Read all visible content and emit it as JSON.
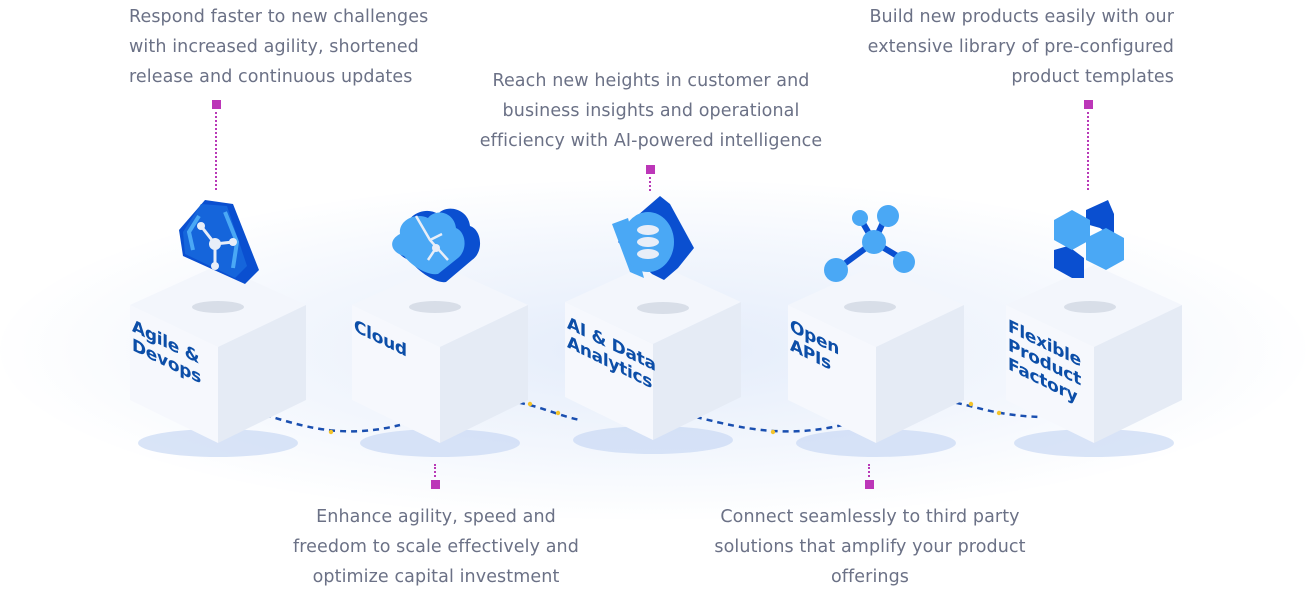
{
  "colors": {
    "text": "#6b7186",
    "label": "#0c4ea8",
    "marker": "#bc36b8",
    "path_dash": "#1a4fb0",
    "path_accent": "#f4c42b",
    "icon_dark": "#0a4fd0",
    "icon_light": "#4aa8f5"
  },
  "pillars": [
    {
      "id": "agile-devops",
      "label": "Agile &\nDevops",
      "icon": "agile-devops-icon",
      "description": "Respond faster to new challenges with increased agility, shortened release and continuous updates",
      "lines": [
        "Respond faster to new challenges",
        "with increased agility, shortened",
        "release and continuous updates"
      ],
      "position": "top"
    },
    {
      "id": "cloud",
      "label": "Cloud",
      "icon": "cloud-icon",
      "description": "Enhance agility, speed and freedom to scale effectively and optimize capital investment",
      "lines": [
        "Enhance agility, speed and",
        "freedom to scale effectively and",
        "optimize capital investment"
      ],
      "position": "bottom"
    },
    {
      "id": "ai-data-analytics",
      "label": "AI & Data\nAnalytics",
      "icon": "database-icon",
      "description": "Reach new heights in customer and business insights and operational efficiency with AI-powered intelligence",
      "lines": [
        "Reach new heights in customer and",
        "business insights and operational",
        "efficiency with AI-powered intelligence"
      ],
      "position": "top"
    },
    {
      "id": "open-apis",
      "label": "Open\nAPIs",
      "icon": "network-nodes-icon",
      "description": "Connect seamlessly to third party solutions that amplify your product offerings",
      "lines": [
        "Connect seamlessly to third party",
        "solutions that amplify your product",
        "offerings"
      ],
      "position": "bottom"
    },
    {
      "id": "flexible-product-factory",
      "label": "Flexible\nProduct\nFactory",
      "icon": "hexagon-blocks-icon",
      "description": "Build new products easily with our extensive library of pre-configured product templates",
      "lines": [
        "Build new products easily with our",
        "extensive library of pre-configured",
        "product templates"
      ],
      "position": "top"
    }
  ]
}
